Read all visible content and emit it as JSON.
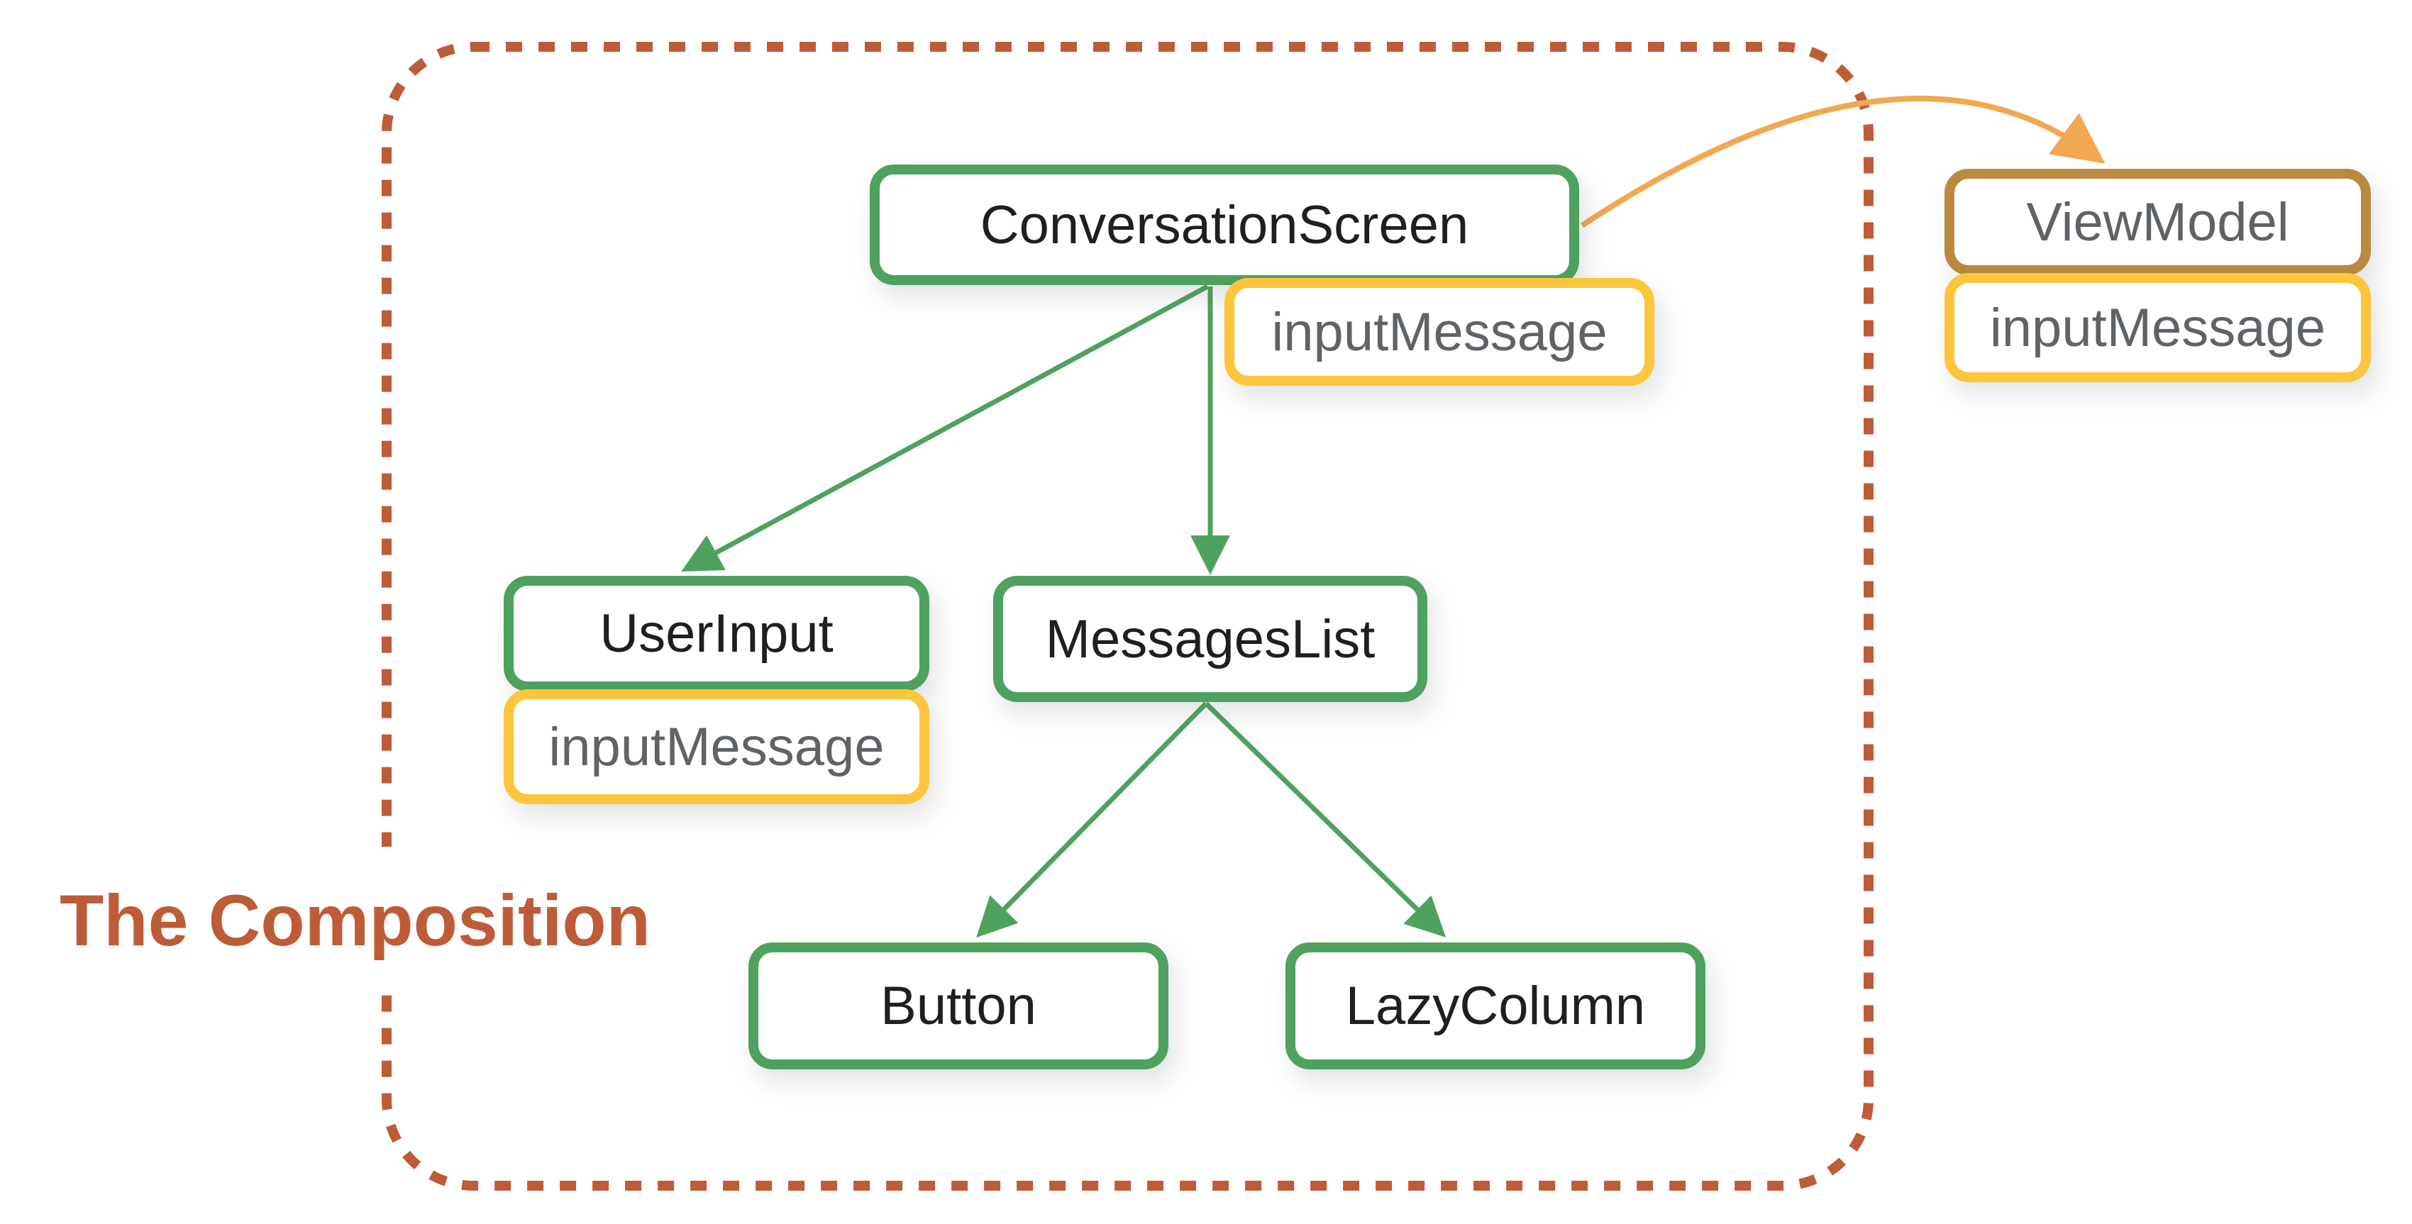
{
  "caption": {
    "label": "The Composition"
  },
  "colors": {
    "green": "#4EA25E",
    "yellow": "#FBC63D",
    "tan": "#BA8A40",
    "rust": "#BE5B38",
    "orange": "#F2A851",
    "ink": "#1F1F1F",
    "muted": "#5F6368",
    "bg": "#FFFFFF"
  },
  "nodes": {
    "conversation_screen": {
      "label": "ConversationScreen"
    },
    "conversation_screen_state": {
      "label": "inputMessage"
    },
    "user_input": {
      "label": "UserInput"
    },
    "user_input_state": {
      "label": "inputMessage"
    },
    "messages_list": {
      "label": "MessagesList"
    },
    "button": {
      "label": "Button"
    },
    "lazy_column": {
      "label": "LazyColumn"
    },
    "view_model": {
      "label": "ViewModel"
    },
    "view_model_state": {
      "label": "inputMessage"
    }
  },
  "edges": [
    {
      "from": "ConversationScreen",
      "to": "UserInput",
      "kind": "composes"
    },
    {
      "from": "ConversationScreen",
      "to": "MessagesList",
      "kind": "composes"
    },
    {
      "from": "MessagesList",
      "to": "Button",
      "kind": "composes"
    },
    {
      "from": "MessagesList",
      "to": "LazyColumn",
      "kind": "composes"
    },
    {
      "from": "ConversationScreen",
      "to": "ViewModel",
      "kind": "reads-state"
    }
  ]
}
